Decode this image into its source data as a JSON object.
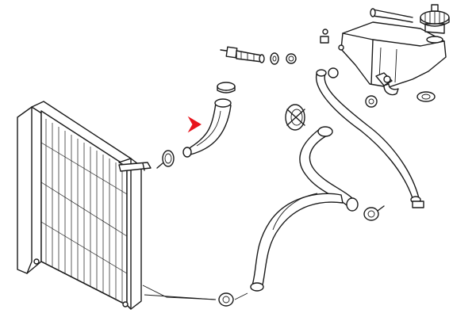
{
  "diagram": {
    "highlight_color": "#e8141c",
    "line_color": "#1a1a1a",
    "background_color": "#ffffff",
    "parts": [
      {
        "id": "radiator",
        "icon": "radiator-icon"
      },
      {
        "id": "expansion-tank",
        "icon": "coolant-reservoir-icon"
      },
      {
        "id": "reservoir-cap",
        "icon": "pressure-cap-icon"
      },
      {
        "id": "temperature-sensor",
        "icon": "sensor-icon"
      },
      {
        "id": "highlighted-hose",
        "icon": "upper-hose-icon"
      },
      {
        "id": "lower-hose",
        "icon": "lower-hose-icon"
      },
      {
        "id": "overflow-hose",
        "icon": "overflow-hose-icon"
      },
      {
        "id": "hose-clamp",
        "icon": "clamp-icon"
      },
      {
        "id": "thermostat-housing",
        "icon": "housing-icon"
      },
      {
        "id": "pointer-arrow",
        "icon": "arrow-icon"
      }
    ]
  }
}
